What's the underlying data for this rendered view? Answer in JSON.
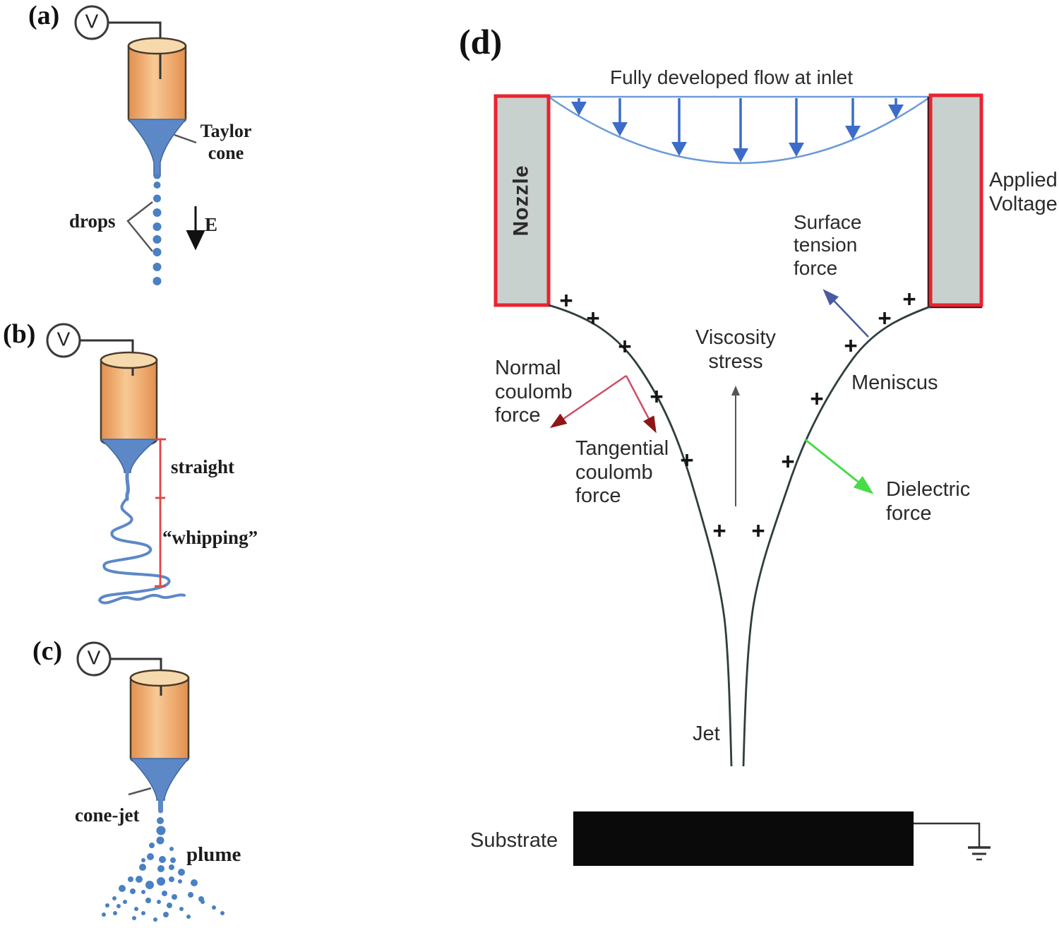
{
  "colors": {
    "liquid_blue": "#5c88c7",
    "liquid_blue_dark": "#3f669f",
    "drop_blue": "#4a80c4",
    "cylinder_top": "#f6d9ad",
    "electrode_gray": "#c9d1ce",
    "electrode_red": "#ea2330",
    "flow_blue": "#6b9bd8",
    "flow_arrow_blue": "#3b6cc9",
    "meniscus_dark": "#2f3e3e",
    "crimson": "#cf4b68",
    "dark_red": "#8f1616",
    "green": "#47dd47",
    "slate_purple": "#4a5aa0",
    "measure_red": "#e04545",
    "substrate_black": "#0a0a0a"
  },
  "panels": {
    "a": {
      "label": "(a)",
      "voltage_symbol": "V",
      "taylor_cone_label": "Taylor cone",
      "drops_label": "drops",
      "e_field_label": "E"
    },
    "b": {
      "label": "(b)",
      "voltage_symbol": "V",
      "straight_label": "straight",
      "whipping_label": "“whipping”"
    },
    "c": {
      "label": "(c)",
      "voltage_symbol": "V",
      "cone_jet_label": "cone-jet",
      "plume_label": "plume"
    },
    "d": {
      "label": "(d)",
      "inlet_flow_label": "Fully developed flow at inlet",
      "nozzle_label": "Nozzle",
      "applied_voltage_label": "Applied Voltage",
      "surface_tension_label": "Surface tension force",
      "viscosity_label": "Viscosity stress",
      "meniscus_label": "Meniscus",
      "normal_coulomb_label": "Normal coulomb force",
      "tangential_coulomb_label": "Tangential coulomb force",
      "dielectric_label": "Dielectric force",
      "jet_label": "Jet",
      "substrate_label": "Substrate",
      "plus_symbol": "+",
      "plus_positions": [
        [
          802,
          427
        ],
        [
          840,
          452
        ],
        [
          885,
          492
        ],
        [
          930,
          563
        ],
        [
          973,
          653
        ],
        [
          1019,
          753
        ],
        [
          1074,
          753
        ],
        [
          1116,
          655
        ],
        [
          1157,
          566
        ],
        [
          1205,
          491
        ],
        [
          1253,
          452
        ],
        [
          1288,
          425
        ]
      ]
    }
  }
}
